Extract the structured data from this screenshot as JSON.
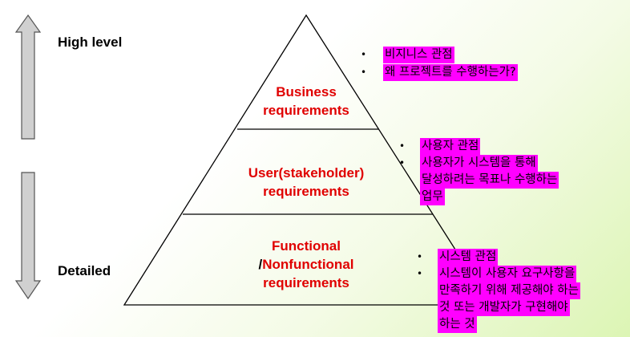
{
  "levels": {
    "high": "High level",
    "detailed": "Detailed"
  },
  "tiers": {
    "business": {
      "line1": "Business",
      "line2": "requirements"
    },
    "user": {
      "line1": "User(stakeholder)",
      "line2": "requirements"
    },
    "functional": {
      "line1": "Functional",
      "line2_prefix": "/",
      "line2": "Nonfunctional",
      "line3": "requirements"
    }
  },
  "notes": {
    "business": [
      "비지니스 관점",
      "왜 프로젝트를 수행하는가?"
    ],
    "user": {
      "perspective": "사용자 관점",
      "goal_lines": [
        "사용자가 시스템을 통해",
        "달성하려는 목표나 수행하는",
        "업무"
      ]
    },
    "system": {
      "perspective": "시스템 관점",
      "detail_lines": [
        "시스템이 사용자 요구사항을",
        "만족하기 위해 제공해야 하는",
        "것 또는 개발자가 구현해야",
        "하는 것"
      ]
    }
  },
  "colors": {
    "tier_text": "#e00000",
    "highlight": "#ff00ff",
    "arrow_fill": "#d0d0d0"
  },
  "icons": [
    "arrow-up-icon",
    "arrow-down-icon",
    "pyramid-diagram"
  ]
}
